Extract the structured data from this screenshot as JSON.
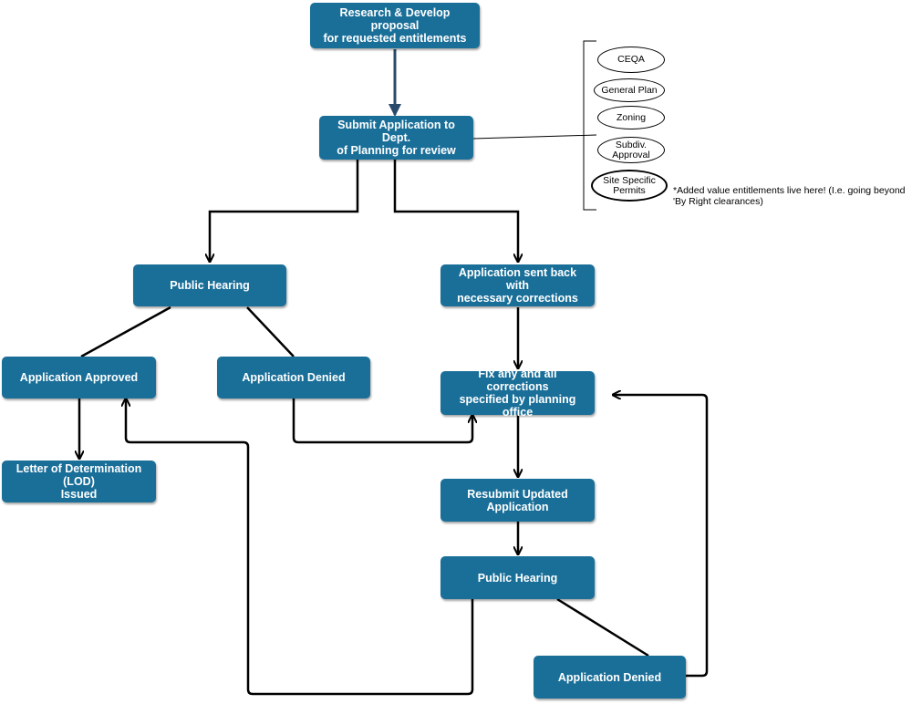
{
  "nodes": {
    "research": "Research & Develop proposal\nfor requested entitlements",
    "submit": "Submit Application to Dept.\nof Planning for review",
    "public_hearing_1": "Public Hearing",
    "sent_back": "Application  sent back with\nnecessary corrections",
    "approved": "Application Approved",
    "denied_1": "Application Denied",
    "fix": "Fix any and all corrections\nspecified by planning office",
    "lod": "Letter of Determination (LOD)\nIssued",
    "resubmit": "Resubmit Updated\nApplication",
    "public_hearing_2": "Public Hearing",
    "denied_2": "Application Denied"
  },
  "entitlements": [
    "CEQA",
    "General Plan",
    "Zoning",
    "Subdiv.\nApproval",
    "Site Specific\nPermits"
  ],
  "note": "*Added value entitlements live here! (I.e. going beyond\n'By Right clearances)",
  "colors": {
    "node_fill": "#1a6f99",
    "node_text": "#ffffff",
    "research_arrow": "#2a4a6b",
    "line": "#000000"
  }
}
